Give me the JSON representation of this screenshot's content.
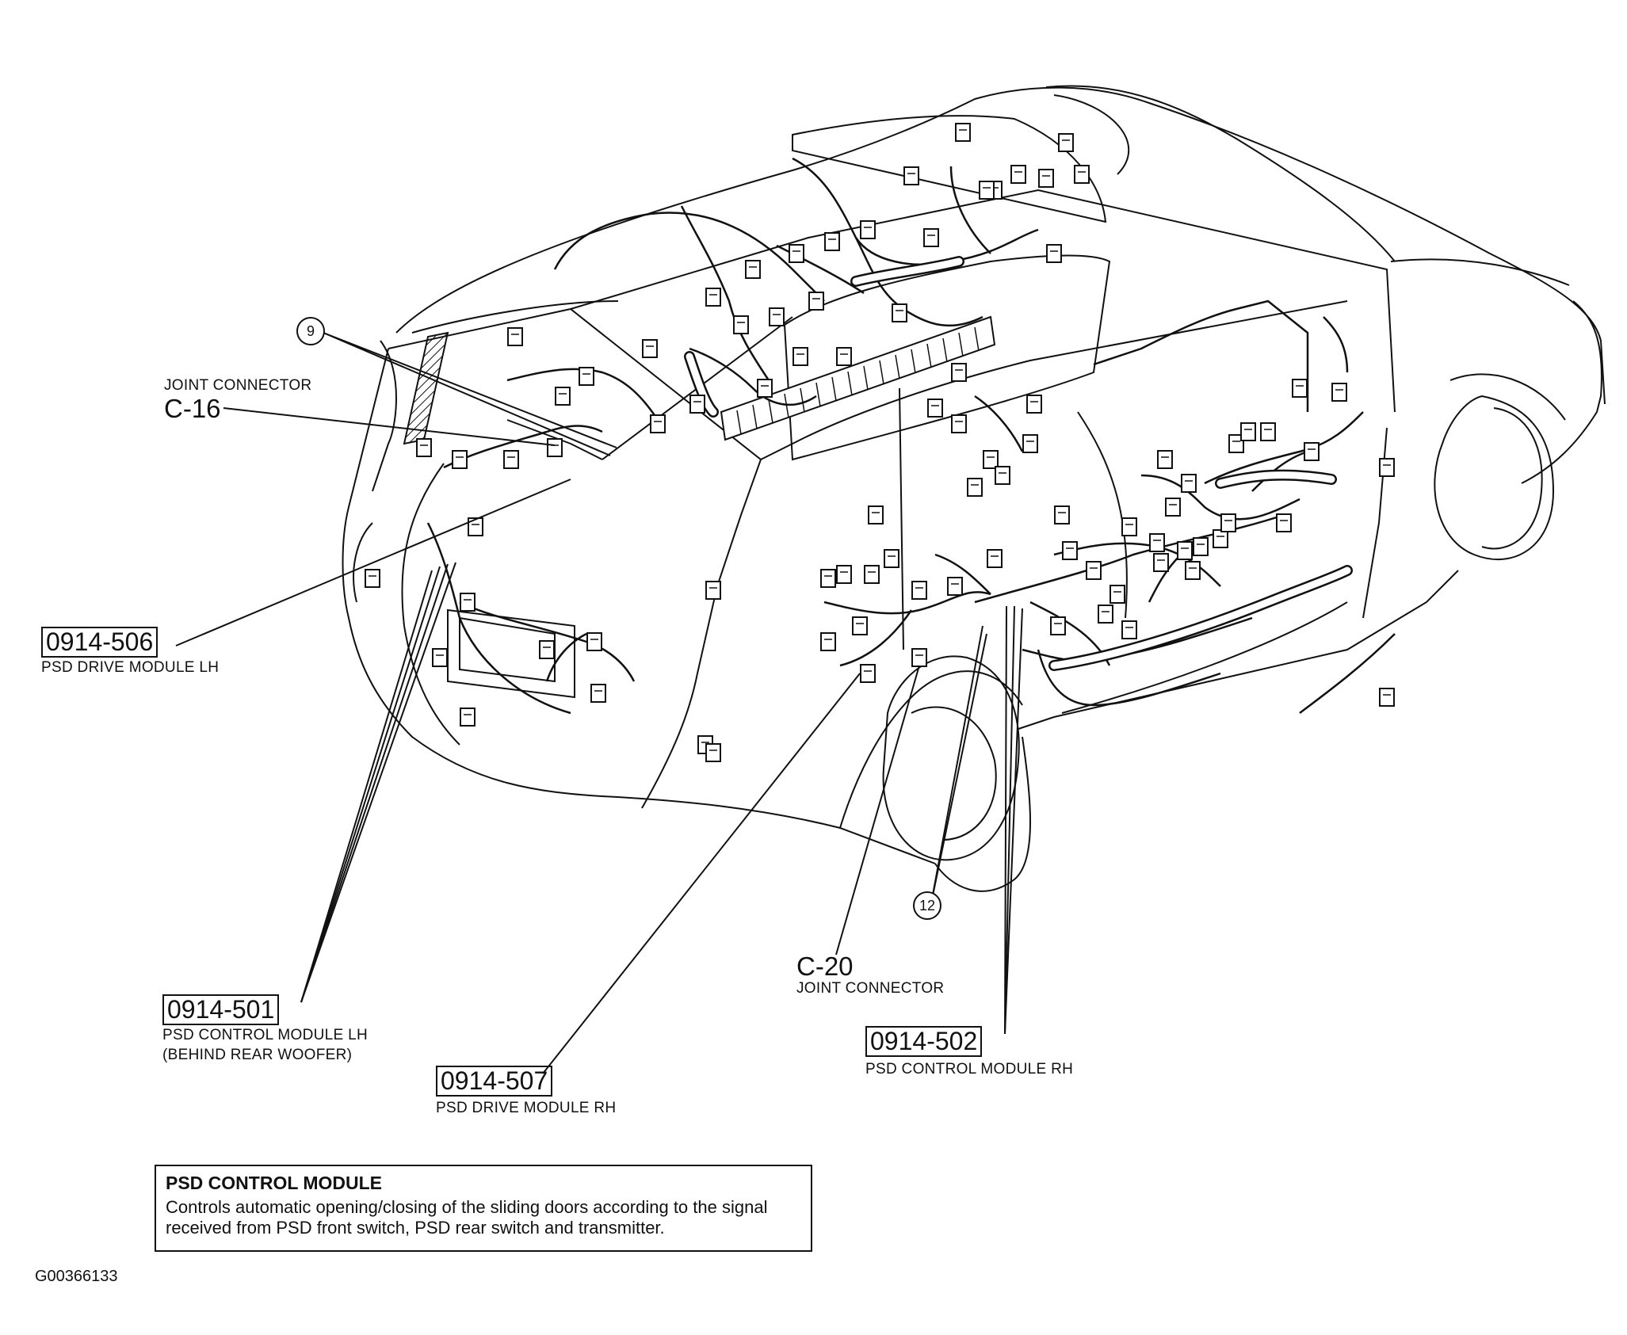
{
  "callouts": {
    "circle_9": "9",
    "circle_12": "12",
    "c16": {
      "top": "JOINT CONNECTOR",
      "code": "C-16"
    },
    "c20": {
      "code": "C-20",
      "bottom": "JOINT CONNECTOR"
    },
    "p506": {
      "code": "0914-506",
      "desc": "PSD DRIVE MODULE LH"
    },
    "p501": {
      "code": "0914-501",
      "desc": "PSD CONTROL MODULE LH",
      "desc2": "(BEHIND REAR WOOFER)"
    },
    "p507": {
      "code": "0914-507",
      "desc": "PSD DRIVE MODULE RH"
    },
    "p502": {
      "code": "0914-502",
      "desc": "PSD CONTROL MODULE RH"
    }
  },
  "description": {
    "title": "PSD CONTROL MODULE",
    "text": "Controls automatic opening/closing of the sliding doors according to the signal received from PSD front switch, PSD rear switch and transmitter."
  },
  "figure_id": "G00366133"
}
